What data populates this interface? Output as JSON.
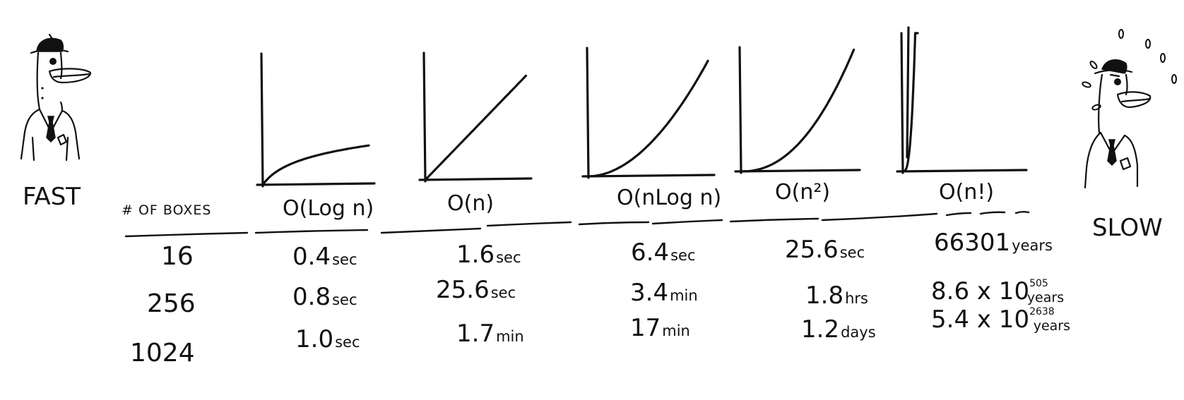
{
  "labels": {
    "fast": "FAST",
    "slow": "SLOW",
    "row_header": "# OF BOXES"
  },
  "columns": [
    {
      "name": "O(Log n)",
      "curve": "log"
    },
    {
      "name": "O(n)",
      "curve": "linear"
    },
    {
      "name": "O(nLog n)",
      "curve": "nlogn"
    },
    {
      "name": "O(n²)",
      "curve": "quadratic"
    },
    {
      "name": "O(n!)",
      "curve": "factorial"
    }
  ],
  "rows": [
    {
      "boxes": "16",
      "cells": [
        {
          "value": "0.4",
          "unit": "sec"
        },
        {
          "value": "1.6",
          "unit": "sec"
        },
        {
          "value": "6.4",
          "unit": "sec"
        },
        {
          "value": "25.6",
          "unit": "sec"
        },
        {
          "value": "66301",
          "unit": "years"
        }
      ]
    },
    {
      "boxes": "256",
      "cells": [
        {
          "value": "0.8",
          "unit": "sec"
        },
        {
          "value": "25.6",
          "unit": "sec"
        },
        {
          "value": "3.4",
          "unit": "min"
        },
        {
          "value": "1.8",
          "unit": "hrs"
        },
        {
          "value": "8.6 x 10",
          "exp": "505",
          "unit": "years"
        }
      ]
    },
    {
      "boxes": "1024",
      "cells": [
        {
          "value": "1.0",
          "unit": "sec"
        },
        {
          "value": "1.7",
          "unit": "min"
        },
        {
          "value": "17",
          "unit": "min"
        },
        {
          "value": "1.2",
          "unit": "days"
        },
        {
          "value": "5.4 x 10",
          "exp": "2638",
          "unit": "years"
        }
      ]
    }
  ],
  "icons": [
    "fast-character-icon",
    "slow-character-icon",
    "sweat-drops-icon"
  ]
}
